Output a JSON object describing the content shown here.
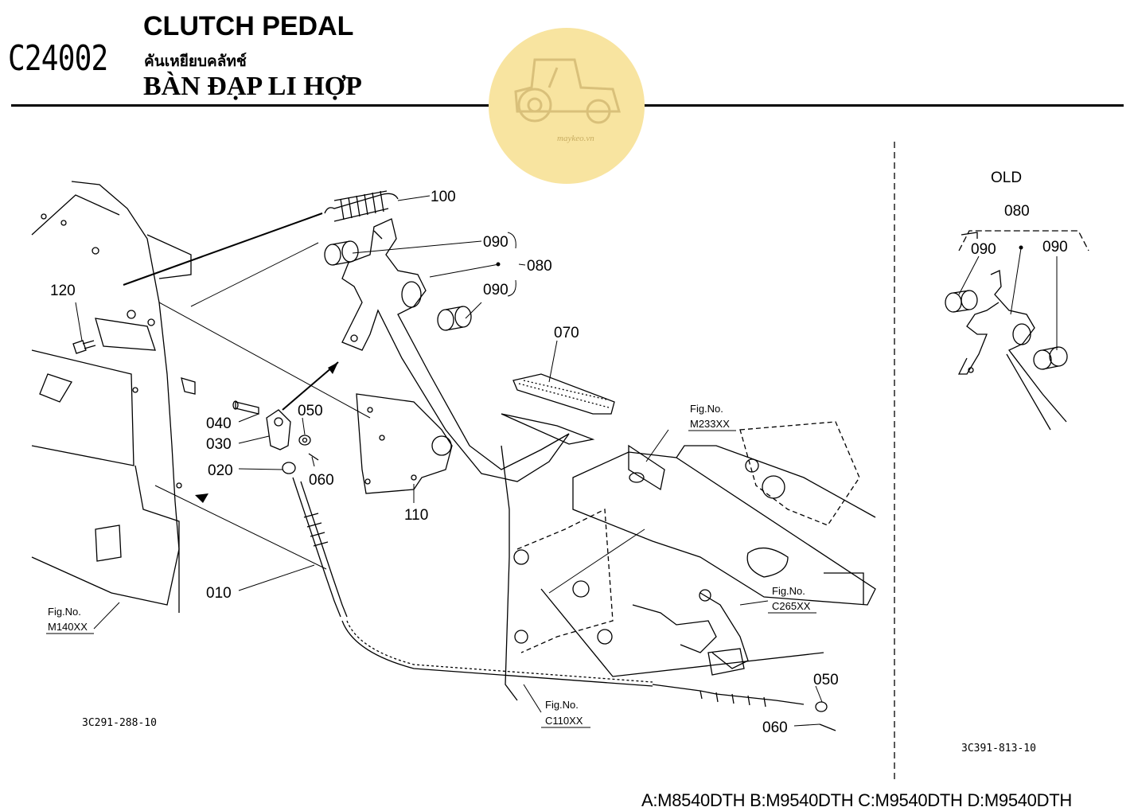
{
  "header": {
    "code": "C24002",
    "title_en": "CLUTCH PEDAL",
    "title_th": "คันเหยียบคลัทช์",
    "title_vi": "BÀN ĐẠP LI HỢP"
  },
  "watermark": {
    "text": "maykeo.vn",
    "icon": "tractor-icon",
    "color": "#f8e4a0"
  },
  "parts": {
    "p010": "010",
    "p020": "020",
    "p030": "030",
    "p040": "040",
    "p050a": "050",
    "p050b": "050",
    "p060a": "060",
    "p060b": "060",
    "p070": "070",
    "p080": "080",
    "p090a": "090",
    "p090b": "090",
    "p100": "100",
    "p110": "110",
    "p120": "120"
  },
  "fig_refs": {
    "m140": {
      "label": "Fig.No.",
      "code": "M140XX"
    },
    "m233": {
      "label": "Fig.No.",
      "code": "M233XX"
    },
    "c265": {
      "label": "Fig.No.",
      "code": "C265XX"
    },
    "c110": {
      "label": "Fig.No.",
      "code": "C110XX"
    }
  },
  "drawing_codes": {
    "left": "3C291-288-10",
    "right": "3C391-813-10"
  },
  "old_panel": {
    "title": "OLD",
    "p080": "080",
    "p090a": "090",
    "p090b": "090"
  },
  "footer": {
    "models": "A:M8540DTH B:M9540DTH C:M9540DTH D:M9540DTH"
  }
}
